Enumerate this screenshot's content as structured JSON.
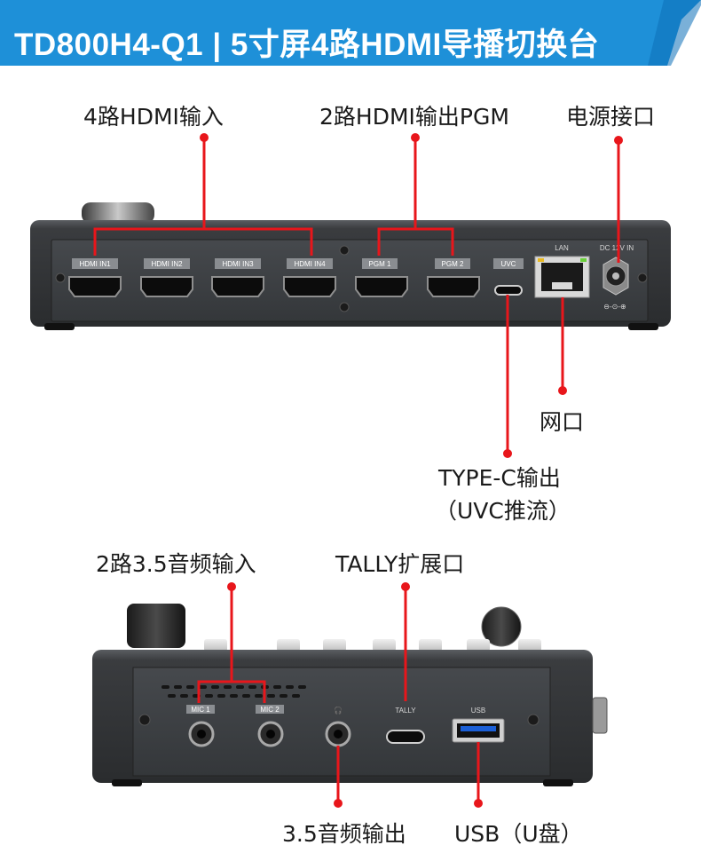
{
  "banner": {
    "title": "TD800H4-Q1 | 5寸屏4路HDMI导播切换台",
    "color": "#1e90d8"
  },
  "rear_panel": {
    "callouts": {
      "hdmi_in": "4路HDMI输入",
      "hdmi_out": "2路HDMI输出PGM",
      "power": "电源接口",
      "lan": "网口",
      "typec_line1": "TYPE-C输出",
      "typec_line2": "（UVC推流）"
    },
    "port_labels": {
      "hdmi_in1": "HDMI IN1",
      "hdmi_in2": "HDMI IN2",
      "hdmi_in3": "HDMI IN3",
      "hdmi_in4": "HDMI IN4",
      "pgm1": "PGM 1",
      "pgm2": "PGM 2",
      "uvc": "UVC",
      "lan": "LAN",
      "dc": "DC 12V IN"
    }
  },
  "side_panel": {
    "callouts": {
      "audio_in": "2路3.5音频输入",
      "tally": "TALLY扩展口",
      "audio_out": "3.5音频输出",
      "usb": "USB（U盘）"
    },
    "port_labels": {
      "mic1": "MIC 1",
      "mic2": "MIC 2",
      "tally": "TALLY",
      "usb": "USB"
    }
  },
  "accent_color": "#e8161b"
}
